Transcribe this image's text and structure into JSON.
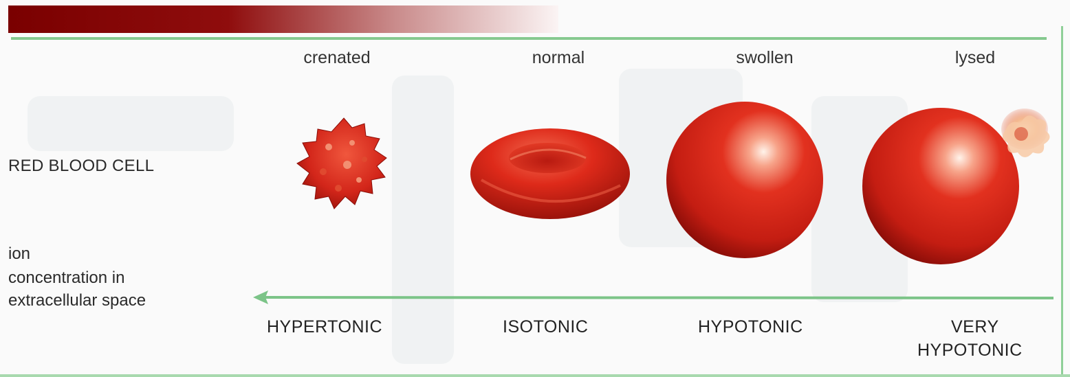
{
  "cell_states": [
    {
      "label": "crenated"
    },
    {
      "label": "normal"
    },
    {
      "label": "swollen"
    },
    {
      "label": "lysed"
    }
  ],
  "tonicity": [
    {
      "label": "HYPERTONIC"
    },
    {
      "label": "ISOTONIC"
    },
    {
      "label": "HYPOTONIC"
    },
    {
      "label_line1": "VERY",
      "label_line2": "HYPOTONIC"
    }
  ],
  "row_labels": {
    "red_blood_cell": "RED BLOOD CELL",
    "ion_line1": "ion",
    "ion_line2": "concentration in",
    "ion_line3": "extracellular space"
  },
  "colors": {
    "cell_red": "#d8261c",
    "cell_dark": "#7e0a06",
    "arrow_green": "#7cc488",
    "title_bar": "#7a0000"
  }
}
